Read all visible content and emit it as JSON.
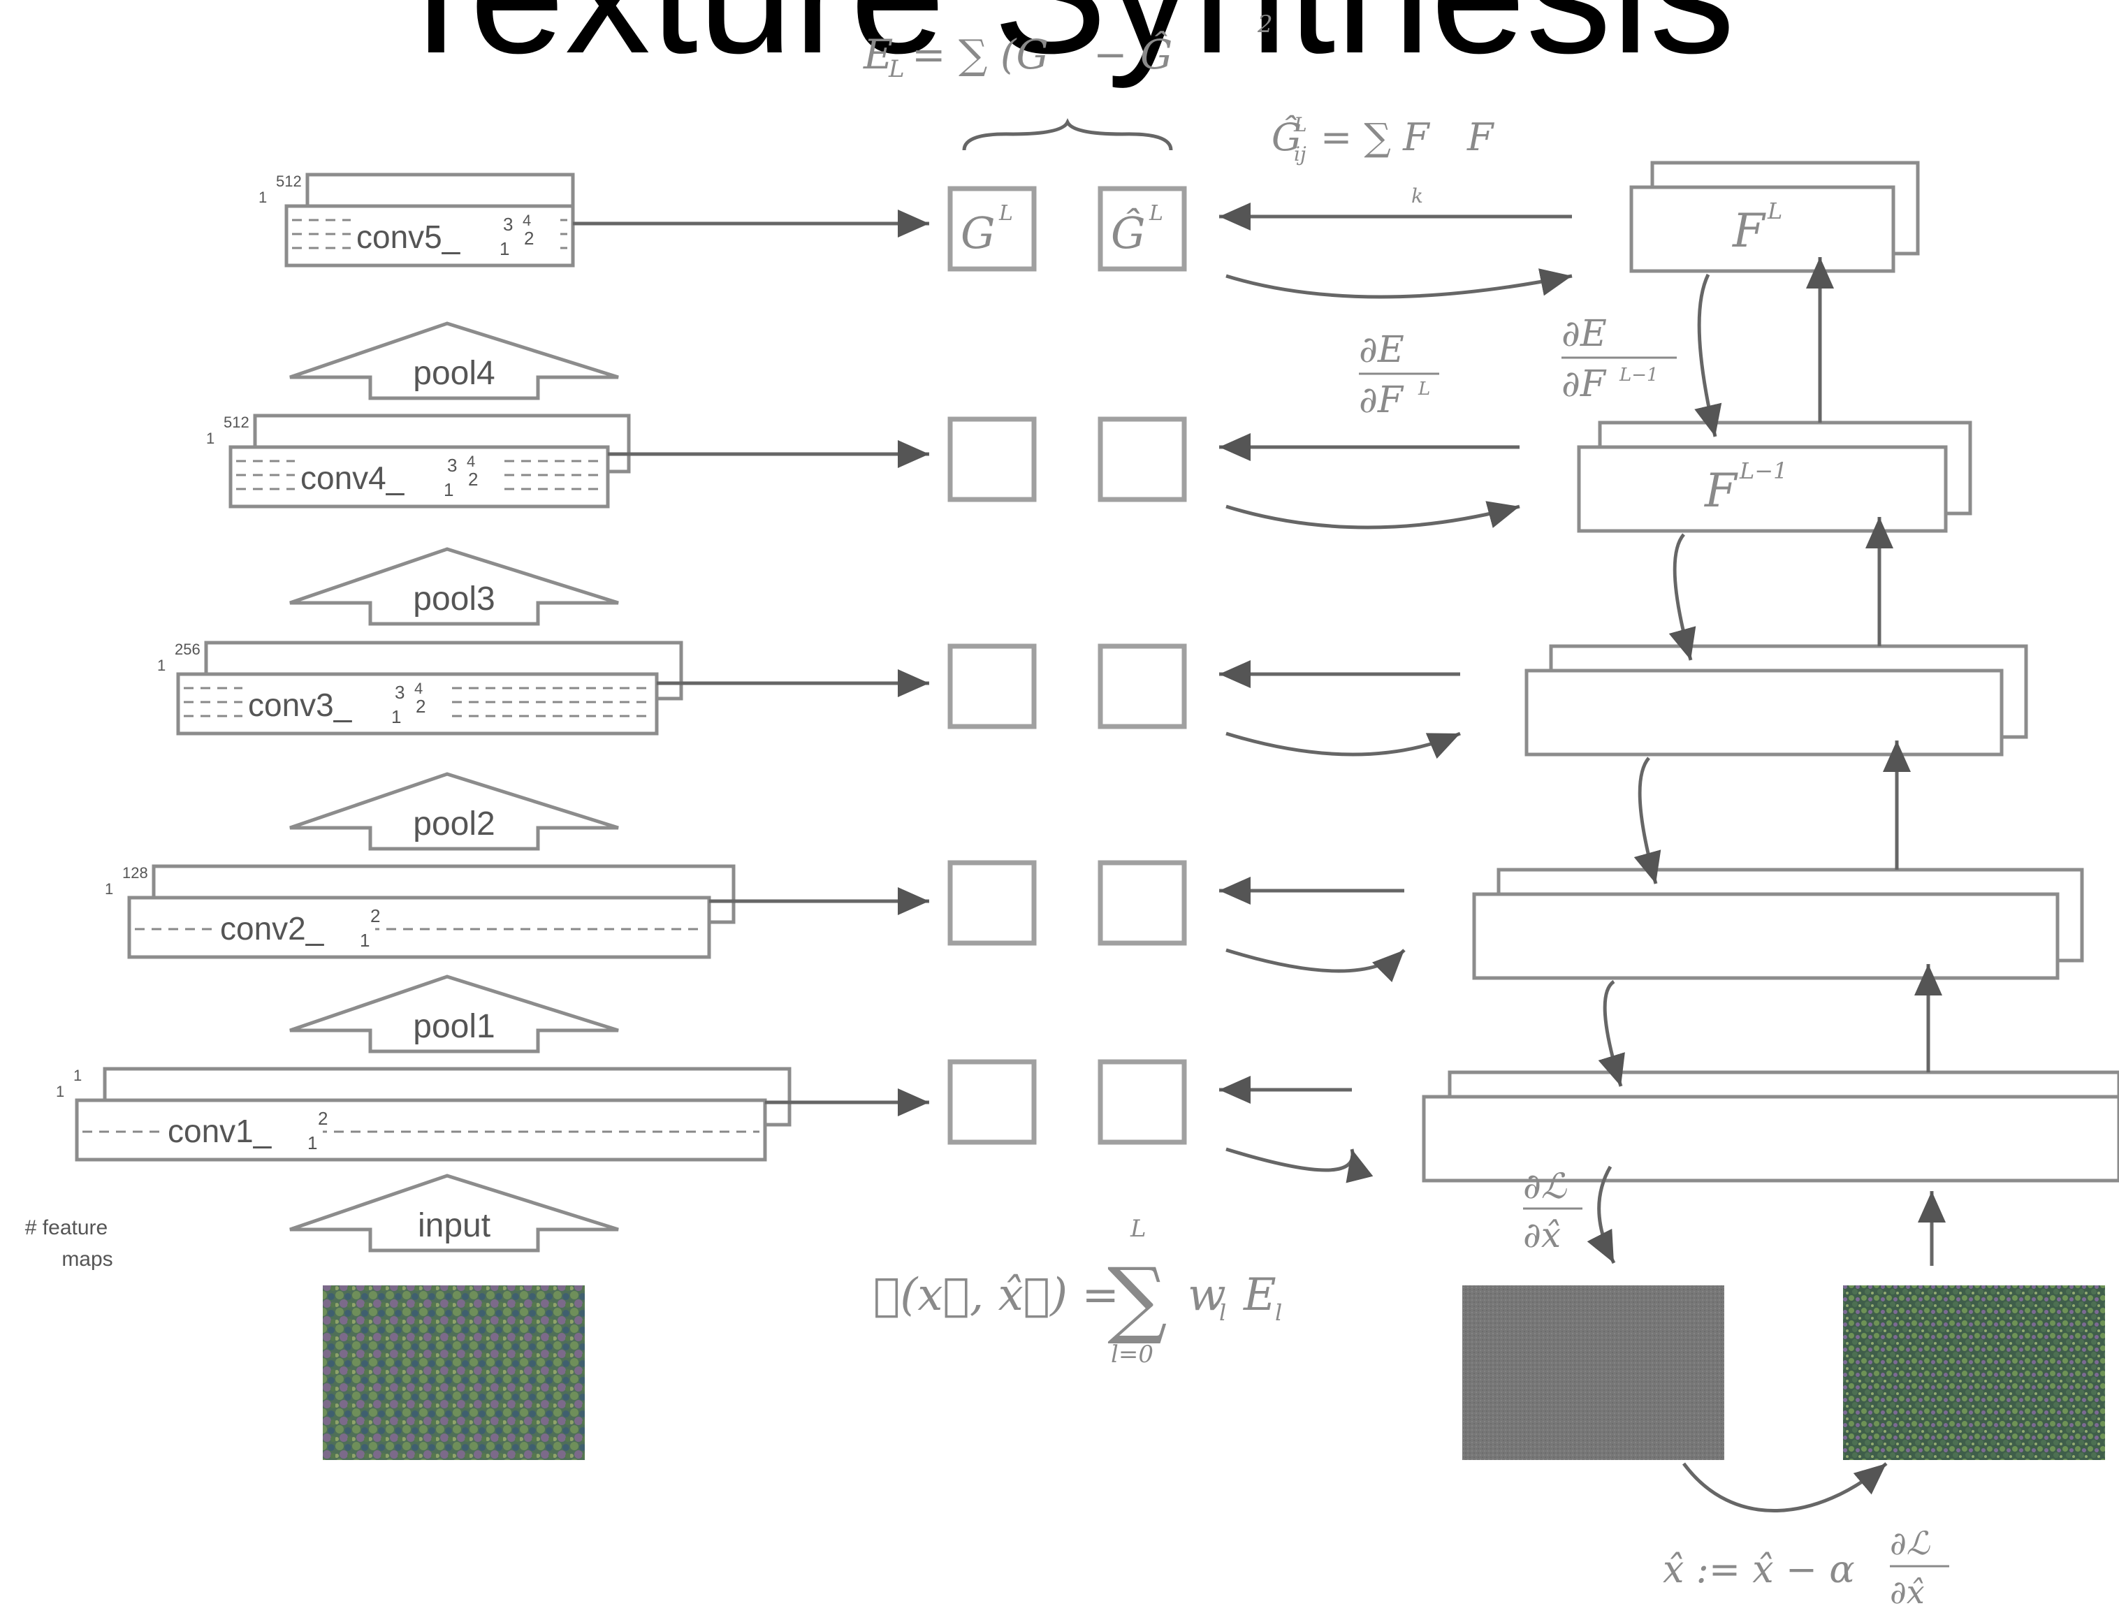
{
  "title": "Texture Synthesis",
  "layers": [
    {
      "label": "conv5_",
      "sub": "1",
      "sup": "4",
      "mid": "2",
      "top": "3",
      "fm": "512"
    },
    {
      "label": "conv4_",
      "sub": "1",
      "sup": "4",
      "mid": "2",
      "top": "3",
      "fm": "512"
    },
    {
      "label": "conv3_",
      "sub": "1",
      "sup": "4",
      "mid": "2",
      "top": "3",
      "fm": "256"
    },
    {
      "label": "conv2_",
      "sub": "1",
      "sup": "2",
      "mid": "",
      "top": "",
      "fm": "128"
    },
    {
      "label": "conv1_",
      "sub": "1",
      "sup": "2",
      "mid": "",
      "top": "",
      "fm": "1"
    }
  ],
  "pools": [
    "pool4",
    "pool3",
    "pool2",
    "pool1",
    "input"
  ],
  "fm_prefix": "1",
  "feature_maps_label": [
    "# feature",
    "maps"
  ],
  "formulas": {
    "el_lhs": "E",
    "el_sub": "L",
    "el_rhs": "= ∑ (G",
    "el_tail": "− Ĝ",
    "el_pow": "2",
    "gram_lhs": "Ĝ",
    "gram_sub": "ij",
    "gram_sup": "L",
    "gram_rhs": "= ∑ F",
    "gram_k": "k",
    "gram_rhs2": "F",
    "g_label": "G",
    "gh_label": "Ĝ",
    "g_sup": "L",
    "del_el_num": "∂E",
    "del_el_den": "∂F",
    "del_el2_den": "∂F",
    "del_sup_L": "L",
    "del_sup_L1": "L−1",
    "fl": "F",
    "fl_sup": "L",
    "fl1": "F",
    "fl1_sup": "L−1",
    "loss_lhs": "ℒ(x⃗, x̂⃗) =",
    "loss_sum": "∑",
    "loss_top": "L",
    "loss_bot": "l=0",
    "loss_rhs": "w",
    "loss_rhs_sub": "l",
    "loss_rhs2": "E",
    "loss_rhs2_sub": "l",
    "dl_num": "∂ℒ",
    "dl_den": "∂x̂",
    "update": "x̂ := x̂ − α",
    "update_num": "∂ℒ",
    "update_den": "∂x̂"
  },
  "colors": {
    "line": "#666666",
    "box": "#8c8c8c",
    "noise": "#7a7a7a"
  }
}
